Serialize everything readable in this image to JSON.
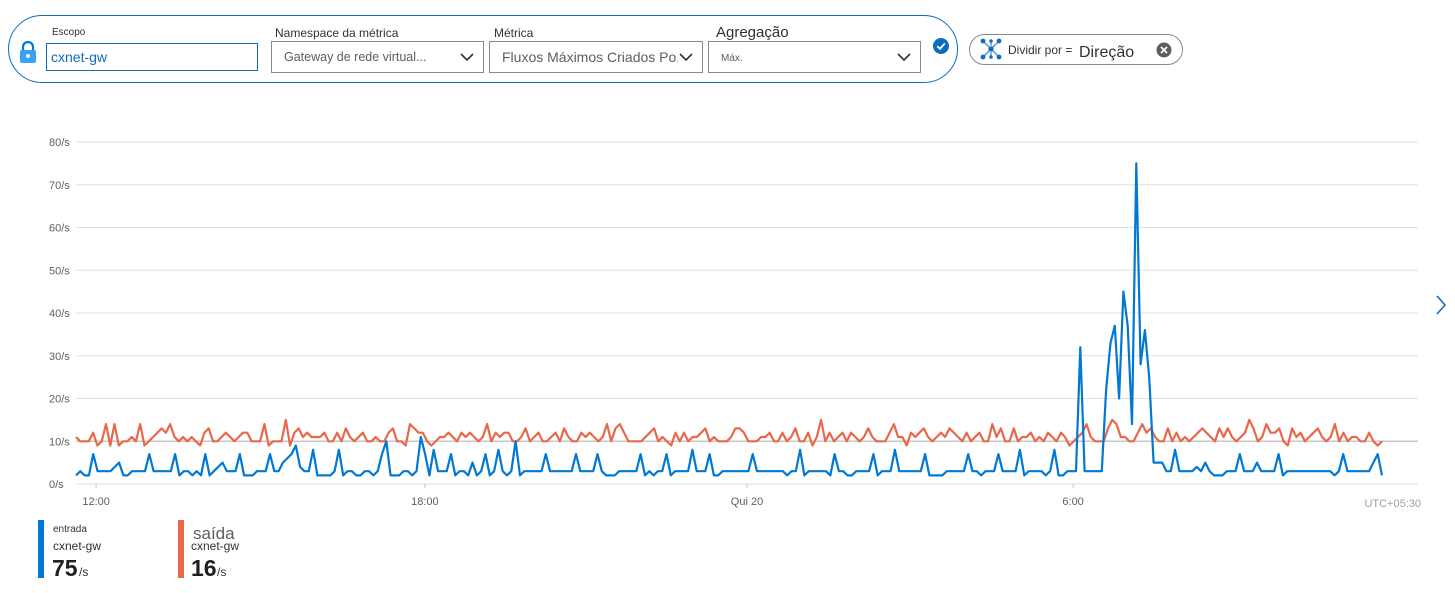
{
  "toolbar": {
    "scope_label": "Escopo",
    "scope_value": "cxnet-gw",
    "namespace_label": "Namespace da métrica",
    "namespace_value": "Gateway de rede virtual...",
    "metric_label": "Métrica",
    "metric_value": "Fluxos Máximos Criados Po...",
    "aggregation_label": "Agregação",
    "aggregation_value": "Máx.",
    "icons": [
      "lock-icon",
      "chevron-down-icon",
      "check-circle-icon",
      "split-icon",
      "close-icon",
      "chevron-right-icon"
    ]
  },
  "split": {
    "label": "Dividir por =",
    "value": "Direção"
  },
  "legend": [
    {
      "series": "entrada",
      "resource": "cxnet-gw",
      "value": "75",
      "unit": "/s",
      "color": "#0078d4"
    },
    {
      "series": "saída",
      "resource": "cxnet-gw",
      "value": "16",
      "unit": "/s",
      "color": "#e8684a"
    }
  ],
  "chart_data": {
    "type": "line",
    "ylim": [
      0,
      80
    ],
    "yticks": [
      "0/s",
      "10/s",
      "20/s",
      "30/s",
      "40/s",
      "50/s",
      "60/s",
      "70/s",
      "80/s"
    ],
    "xticks": [
      "12:00",
      "18:00",
      "Qui 20",
      "6:00"
    ],
    "timezone": "UTC+05:30",
    "grid": true,
    "series": [
      {
        "name": "entrada",
        "color": "#0078d4",
        "values": [
          2,
          3,
          2,
          2,
          7,
          3,
          3,
          3,
          3,
          4,
          5,
          2,
          2,
          3,
          3,
          3,
          3,
          7,
          3,
          3,
          3,
          3,
          3,
          7,
          2,
          3,
          3,
          2,
          3,
          2,
          7,
          2,
          3,
          4,
          5,
          3,
          3,
          3,
          7,
          2,
          2,
          2,
          3,
          3,
          3,
          7,
          3,
          3,
          5,
          6,
          7,
          9,
          4,
          3,
          3,
          8,
          2,
          2,
          2,
          2,
          3,
          8,
          2,
          3,
          3,
          2,
          2,
          3,
          3,
          2,
          3,
          7,
          10,
          2,
          2,
          2,
          3,
          3,
          2,
          3,
          11,
          7,
          2,
          8,
          3,
          3,
          3,
          7,
          2,
          3,
          3,
          2,
          5,
          2,
          3,
          7,
          2,
          3,
          8,
          3,
          2,
          3,
          10,
          2,
          3,
          3,
          3,
          3,
          3,
          7,
          3,
          3,
          3,
          3,
          3,
          3,
          7,
          3,
          3,
          3,
          3,
          7,
          3,
          2,
          2,
          2,
          3,
          3,
          3,
          3,
          3,
          7,
          2,
          3,
          2,
          3,
          3,
          7,
          2,
          3,
          3,
          3,
          3,
          8,
          3,
          3,
          3,
          7,
          2,
          2,
          3,
          3,
          3,
          3,
          3,
          3,
          3,
          7,
          3,
          3,
          3,
          3,
          3,
          3,
          3,
          2,
          3,
          3,
          8,
          2,
          3,
          3,
          3,
          3,
          3,
          2,
          7,
          3,
          3,
          2,
          2,
          3,
          3,
          3,
          3,
          7,
          2,
          3,
          3,
          3,
          8,
          3,
          3,
          3,
          3,
          3,
          3,
          7,
          2,
          2,
          2,
          2,
          3,
          3,
          3,
          3,
          3,
          7,
          3,
          3,
          2,
          3,
          3,
          3,
          7,
          3,
          3,
          3,
          3,
          8,
          2,
          3,
          3,
          3,
          3,
          2,
          3,
          8,
          2,
          2,
          3,
          3,
          3,
          32,
          3,
          3,
          3,
          3,
          3,
          22,
          33,
          37,
          20,
          45,
          37,
          14,
          75,
          28,
          36,
          25,
          5,
          5,
          5,
          3,
          3,
          8,
          3,
          3,
          3,
          3,
          4,
          3,
          5,
          3,
          2,
          2,
          2,
          3,
          3,
          3,
          7,
          3,
          3,
          3,
          5,
          3,
          3,
          3,
          3,
          7,
          2,
          3,
          3,
          3,
          3,
          3,
          3,
          3,
          3,
          3,
          3,
          3,
          2,
          3,
          7,
          3,
          3,
          3,
          3,
          3,
          3,
          5,
          7,
          2
        ]
      },
      {
        "name": "saída",
        "color": "#e8684a",
        "values": [
          11,
          10,
          10,
          10,
          12,
          9,
          10,
          14,
          9,
          14,
          9,
          10,
          10,
          11,
          10,
          14,
          9,
          10,
          11,
          12,
          13,
          12,
          14,
          11,
          10,
          11,
          10,
          11,
          10,
          9,
          12,
          13,
          10,
          10,
          11,
          12,
          11,
          10,
          11,
          12,
          12,
          10,
          10,
          10,
          14,
          9,
          10,
          10,
          10,
          15,
          9,
          12,
          13,
          11,
          12,
          11,
          11,
          11,
          12,
          10,
          10,
          12,
          10,
          13,
          11,
          10,
          11,
          12,
          10,
          10,
          11,
          10,
          10,
          12,
          13,
          10,
          10,
          9,
          14,
          13,
          12,
          12,
          10,
          9,
          10,
          11,
          11,
          12,
          11,
          10,
          12,
          11,
          12,
          11,
          10,
          11,
          14,
          10,
          12,
          11,
          12,
          12,
          10,
          10,
          11,
          13,
          10,
          11,
          12,
          10,
          10,
          11,
          12,
          10,
          13,
          11,
          10,
          10,
          12,
          11,
          12,
          11,
          10,
          11,
          14,
          10,
          13,
          14,
          12,
          10,
          10,
          10,
          10,
          11,
          12,
          13,
          10,
          11,
          10,
          9,
          12,
          10,
          12,
          10,
          11,
          11,
          12,
          13,
          10,
          11,
          10,
          10,
          10,
          11,
          13,
          13,
          12,
          10,
          10,
          10,
          11,
          11,
          12,
          10,
          10,
          12,
          10,
          11,
          13,
          10,
          10,
          12,
          9,
          11,
          15,
          10,
          12,
          10,
          11,
          12,
          10,
          12,
          11,
          10,
          11,
          13,
          11,
          10,
          10,
          10,
          12,
          14,
          11,
          11,
          9,
          12,
          11,
          12,
          13,
          11,
          10,
          11,
          12,
          11,
          13,
          12,
          11,
          10,
          12,
          10,
          11,
          12,
          10,
          10,
          14,
          11,
          13,
          10,
          10,
          13,
          10,
          11,
          11,
          12,
          10,
          11,
          10,
          12,
          11,
          10,
          12,
          11,
          9,
          10,
          11,
          12,
          14,
          11,
          10,
          10,
          10,
          13,
          15,
          14,
          11,
          11,
          10,
          10,
          12,
          14,
          12,
          13,
          11,
          10,
          10,
          13,
          10,
          12,
          10,
          11,
          10,
          11,
          12,
          13,
          12,
          11,
          10,
          13,
          11,
          13,
          11,
          10,
          11,
          12,
          15,
          13,
          10,
          11,
          14,
          12,
          12,
          13,
          10,
          9,
          13,
          11,
          12,
          10,
          11,
          12,
          13,
          11,
          10,
          11,
          14,
          10,
          12,
          10,
          11,
          11,
          10,
          10,
          12,
          10,
          9,
          10
        ]
      }
    ]
  }
}
